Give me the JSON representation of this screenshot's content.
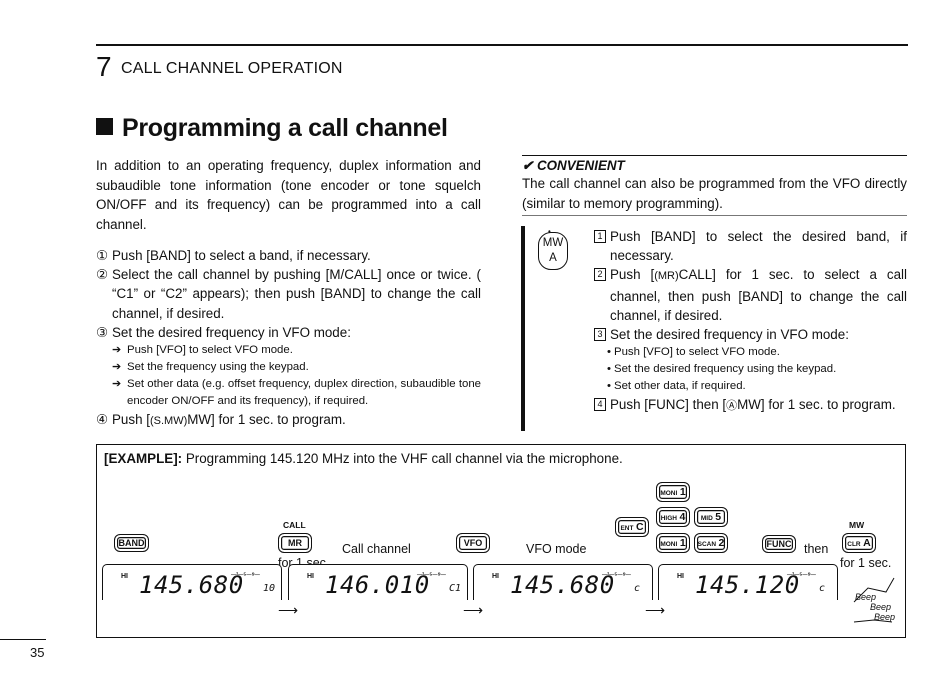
{
  "header": {
    "chapter_number": "7",
    "chapter_title": "CALL CHANNEL OPERATION"
  },
  "section": {
    "title": "Programming a call channel"
  },
  "intro": "In addition to an operating frequency, duplex information and subaudible tone information (tone encoder or tone squelch ON/OFF and its frequency) can be programmed into a call channel.",
  "steps": [
    {
      "num": "①",
      "text": "Push [BAND] to select a band, if necessary."
    },
    {
      "num": "②",
      "text": "Select the call channel by pushing [M/CALL] once or twice. ( “C1” or “C2” appears); then push [BAND] to change the call channel, if desired."
    },
    {
      "num": "③",
      "text": "Set the desired frequency in VFO mode:"
    },
    {
      "num": "④",
      "pre": "Push [",
      "small": "(S.MW)",
      "post": "MW] for 1 sec. to program."
    }
  ],
  "step3_subs": [
    "Push [VFO] to select VFO mode.",
    "Set the frequency using the keypad.",
    "Set other data (e.g. offset frequency, duplex direction, subaudible tone encoder ON/OFF and its frequency), if required."
  ],
  "convenient": {
    "title": "✔ CONVENIENT",
    "text": "The call channel can also be programmed from the VFO directly (similar to memory programming).",
    "key_top": "MW",
    "key_bottom": "A",
    "steps": [
      {
        "box": "1",
        "text": "Push [BAND] to select the desired band, if necessary."
      },
      {
        "box": "2",
        "pre": "Push [",
        "small": "(MR)",
        "post": "CALL] for 1 sec. to select a call channel, then push [BAND] to change the call channel, if desired."
      },
      {
        "box": "3",
        "text": "Set the desired frequency in VFO mode:"
      },
      {
        "box": "4",
        "pre": "Push [FUNC] then [",
        "small": "Ⓐ",
        "post": "MW] for 1 sec. to program."
      }
    ],
    "subs": [
      "Push [VFO] to select VFO mode.",
      "Set the desired frequency using the keypad.",
      "Set other data, if required."
    ]
  },
  "example": {
    "label": "[EXAMPLE]:",
    "text": "Programming 145.120 MHz into the VHF call channel via the microphone.",
    "keys": {
      "band": "BAND",
      "mr": "MR",
      "vfo": "VFO",
      "func": "FUNC",
      "ent_small": "ENT",
      "ent_big": "C",
      "moni_small": "MONI",
      "moni_big": "1",
      "high_small": "HIGH",
      "high_big": "4",
      "mid_small": "MID",
      "mid_big": "5",
      "moni2_small": "MONI",
      "moni2_big": "1",
      "scan_small": "SCAN",
      "scan_big": "2",
      "clr_small": "CLR",
      "clr_big": "A"
    },
    "labels": {
      "call_top": "CALL",
      "mw_top": "MW",
      "call_channel": "Call channel",
      "vfo_mode": "VFO mode",
      "then": "then",
      "for_1_sec_a": "for 1 sec.",
      "for_1_sec_b": "for 1 sec."
    },
    "displays": [
      {
        "hi": "HI",
        "freq": "145.680",
        "meter": "─¹─⁵─⁹─",
        "ch": "10"
      },
      {
        "hi": "HI",
        "freq": "146.010",
        "meter": "─¹─⁵─⁹─",
        "ch": "C1"
      },
      {
        "hi": "HI",
        "freq": "145.680",
        "meter": "─¹─⁵─⁹─",
        "ch": "c"
      },
      {
        "hi": "HI",
        "freq": "145.120",
        "meter": "─¹─⁵─⁹─",
        "ch": "c"
      }
    ],
    "beeps": [
      "Beep",
      "Beep",
      "Beep"
    ]
  },
  "page_number": "35"
}
